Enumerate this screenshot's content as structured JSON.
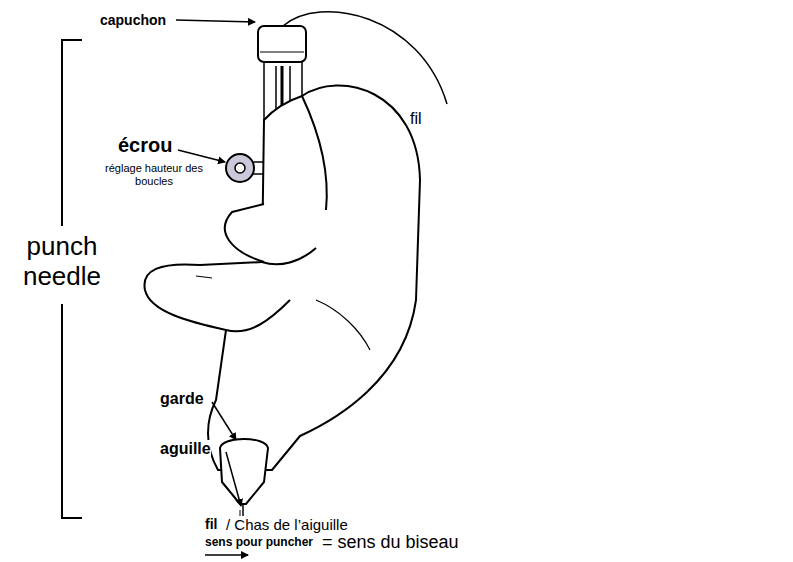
{
  "diagram": {
    "labels": [
      "capuchon",
      "fil",
      "écrou",
      "réglage hauteur des boucles",
      "punch needle",
      "garde",
      "aguille",
      "fil",
      "/ Chas de l’aiguille",
      "sens pour puncher",
      "= sens du biseau"
    ]
  }
}
